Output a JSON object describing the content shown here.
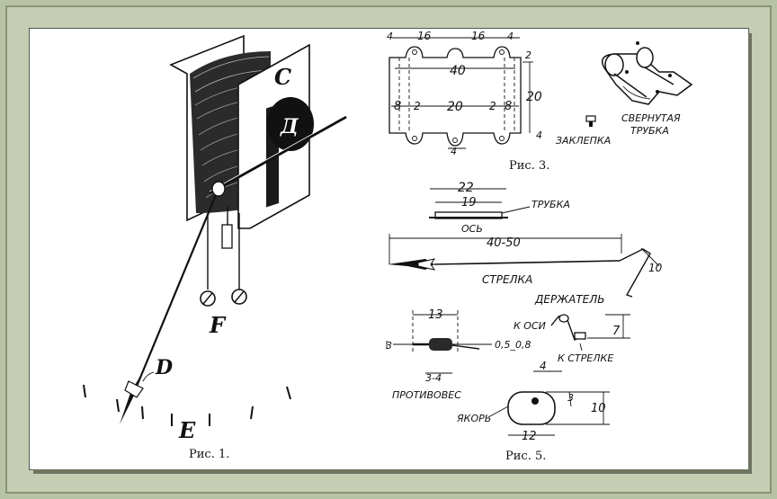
{
  "figures": {
    "fig1": {
      "caption": "Рис. 1.",
      "labels": {
        "C": "C",
        "D_disk": "Д",
        "D_needle": "D",
        "E": "E",
        "F": "F"
      }
    },
    "fig3": {
      "caption": "Рис. 3.",
      "dims": {
        "d4_left": "4",
        "d16a": "16",
        "d16b": "16",
        "d4_right": "4",
        "d2_top": "2",
        "d40": "40",
        "d20_vert": "20",
        "d8_left": "8",
        "d2_left": "2",
        "d20": "20",
        "d2_right": "2",
        "d8_right": "8",
        "d4_bottom": "4",
        "d4_tab": "4"
      },
      "rivet_label": "ЗАКЛЕПКА",
      "tube_label_1": "СВЕРНУТАЯ",
      "tube_label_2": "ТРУБКА"
    },
    "fig5": {
      "caption": "Рис. 5.",
      "tube": {
        "d22": "22",
        "d19": "19",
        "tube_label": "ТРУБКА",
        "axis_label": "ОСЬ"
      },
      "needle": {
        "d40_50": "40-50",
        "d10": "10",
        "needle_label": "СТРЕЛКА"
      },
      "holder": {
        "holder_label": "ДЕРЖАТЕЛЬ",
        "to_axis": "К ОСИ",
        "d7": "7",
        "to_needle": "К СТРЕЛКЕ"
      },
      "counterweight": {
        "d13": "13",
        "d3": "3",
        "d05_08": "0,5_0,8",
        "d3_4": "3-4",
        "label": "ПРОТИВОВЕС"
      },
      "anchor": {
        "d4": "4",
        "d3": "3",
        "d10": "10",
        "d12": "12",
        "label": "ЯКОРЬ"
      }
    }
  }
}
